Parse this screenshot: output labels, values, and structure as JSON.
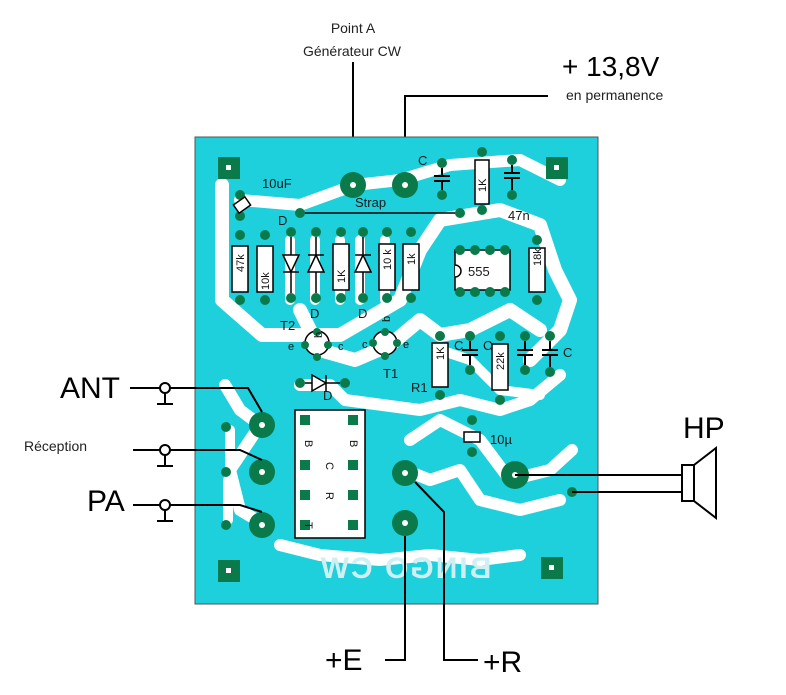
{
  "labels": {
    "point_a": "Point A",
    "generator": "Générateur CW",
    "supply_voltage": "+ 13,8V",
    "supply_note": "en permanence",
    "ant": "ANT",
    "reception": "Réception",
    "pa": "PA",
    "hp": "HP",
    "plus_e": "+E",
    "plus_r": "+R"
  },
  "board": {
    "brand": "BINGO CW",
    "strap": "Strap",
    "cap_10uf": "10uF",
    "cap_10u": "10µ",
    "ic_555": "555",
    "r_47k": "47k",
    "r_10k_a": "10k",
    "r_1k_a": "1K",
    "r_10k_b": "10 k",
    "r_1k_b": "1k",
    "r_1k_top": "1K",
    "r_18k": "18k",
    "r_1k_mid": "1K",
    "r_22k": "22k",
    "cap_47n": "47n",
    "c_top": "C",
    "c_mid1": "C",
    "c_mid2": "C",
    "c_right": "C",
    "d_left": "D",
    "d_mid": "D",
    "d_low": "D",
    "t2": "T2",
    "t1": "T1",
    "r1": "R1",
    "relay_b1": "B",
    "relay_b2": "B",
    "relay_c": "C",
    "relay_r": "R",
    "relay_t": "T",
    "t2_e": "e",
    "t2_b": "b",
    "t2_c": "c",
    "t1_c": "c",
    "t1_b": "b",
    "t1_e": "e"
  },
  "colors": {
    "board": "#1ecfdc",
    "pad": "#0a7a4a",
    "trace": "#ffffff"
  }
}
